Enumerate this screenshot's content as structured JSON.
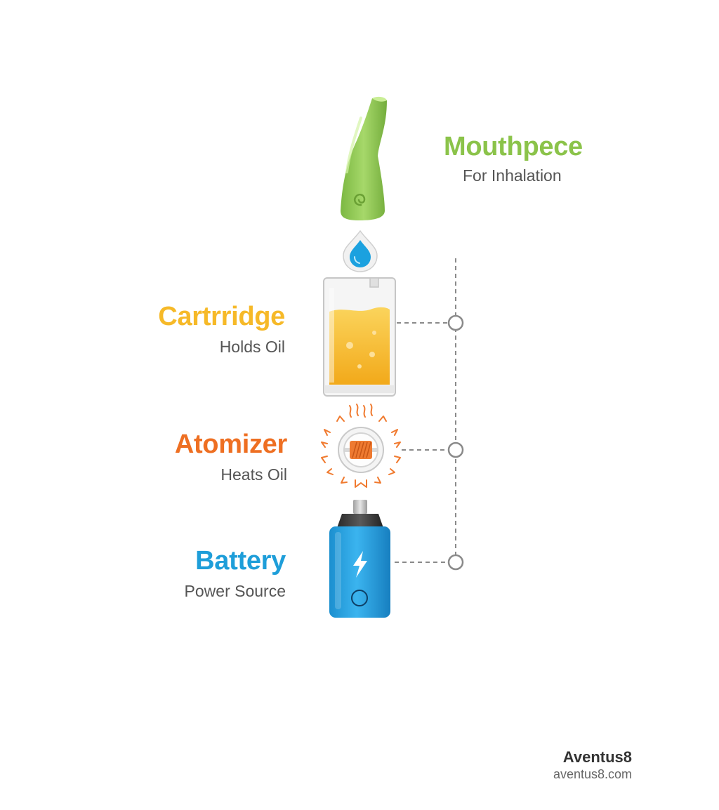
{
  "components": [
    {
      "title": "Mouthpece",
      "subtitle": "For Inhalation",
      "color": "#8bc34a"
    },
    {
      "title": "Cartrridge",
      "subtitle": "Holds Oil",
      "color": "#f6b928"
    },
    {
      "title": "Atomizer",
      "subtitle": "Heats Oil",
      "color": "#ee6f22"
    },
    {
      "title": "Battery",
      "subtitle": "Power Source",
      "color": "#1e9ed9"
    }
  ],
  "icons": [
    "mouthpiece-icon",
    "oil-drop-icon",
    "cartridge-icon",
    "atomizer-coil-icon",
    "battery-icon",
    "lightning-bolt-icon"
  ],
  "brand": {
    "name": "Aventus8",
    "url": "aventus8.com"
  },
  "colors": {
    "connector": "#8a8a8a",
    "oil": "#f7b928"
  }
}
